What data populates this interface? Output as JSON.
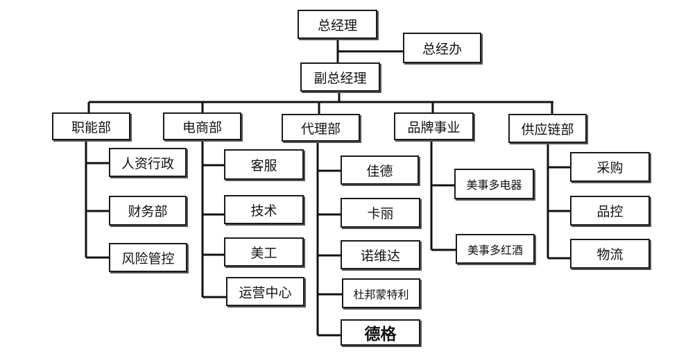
{
  "org": {
    "ceo": "总经理",
    "ceo_office": "总经办",
    "vp": "副总经理",
    "departments": [
      {
        "name": "职能部",
        "children": [
          "人资行政",
          "财务部",
          "风险管控"
        ]
      },
      {
        "name": "电商部",
        "children": [
          "客服",
          "技术",
          "美工",
          "运营中心"
        ]
      },
      {
        "name": "代理部",
        "children": [
          "佳德",
          "卡丽",
          "诺维达",
          "杜邦蒙特利",
          "德格"
        ]
      },
      {
        "name": "品牌事业",
        "children": [
          "美事多电器",
          "美事多红酒"
        ]
      },
      {
        "name": "供应链部",
        "children": [
          "采购",
          "品控",
          "物流"
        ]
      }
    ]
  }
}
